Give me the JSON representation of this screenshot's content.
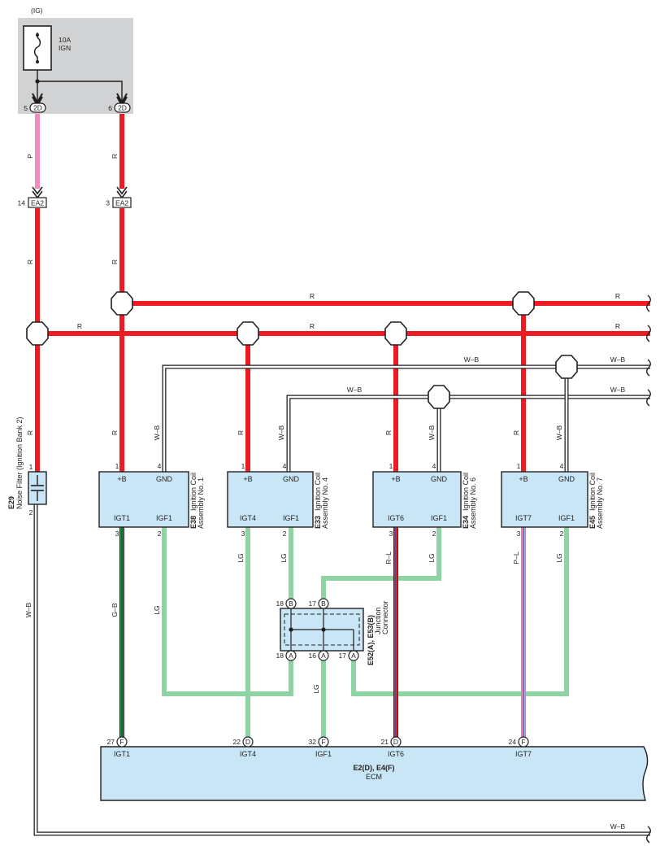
{
  "power": {
    "source": "(IG)",
    "fuse_rating": "10A",
    "fuse_name": "IGN"
  },
  "connectors": {
    "c2d_a": {
      "pin": "5",
      "code": "2D"
    },
    "c2d_b": {
      "pin": "6",
      "code": "2D"
    },
    "ea2_a": {
      "pin": "14",
      "code": "EA2"
    },
    "ea2_b": {
      "pin": "3",
      "code": "EA2"
    }
  },
  "wire_colors": {
    "p": "P",
    "r": "R",
    "wb": "W–B",
    "lg": "LG",
    "gb": "G–B",
    "rl": "R–L",
    "pl": "P–L"
  },
  "noise_filter": {
    "code": "E29",
    "name": "Noise Filter (Ignition Bank 2)",
    "pin1": "1",
    "pin2": "2"
  },
  "coils": [
    {
      "code": "E38",
      "name1": "Ignition Coil",
      "name2": "Assembly No. 1",
      "term_b": "+B",
      "term_gnd": "GND",
      "term_igt": "IGT1",
      "term_igf": "IGF1",
      "pin_b": "1",
      "pin_gnd": "4",
      "pin_igt": "3",
      "pin_igf": "2"
    },
    {
      "code": "E33",
      "name1": "Ignition Coil",
      "name2": "Assembly No. 4",
      "term_b": "+B",
      "term_gnd": "GND",
      "term_igt": "IGT4",
      "term_igf": "IGF1",
      "pin_b": "1",
      "pin_gnd": "4",
      "pin_igt": "3",
      "pin_igf": "2"
    },
    {
      "code": "E34",
      "name1": "Ignition Coil",
      "name2": "Assembly No. 6",
      "term_b": "+B",
      "term_gnd": "GND",
      "term_igt": "IGT6",
      "term_igf": "IGF1",
      "pin_b": "1",
      "pin_gnd": "4",
      "pin_igt": "3",
      "pin_igf": "2"
    },
    {
      "code": "E45",
      "name1": "Ignition Coil",
      "name2": "Assembly No. 7",
      "term_b": "+B",
      "term_gnd": "GND",
      "term_igt": "IGT7",
      "term_igf": "IGF1",
      "pin_b": "1",
      "pin_gnd": "4",
      "pin_igt": "3",
      "pin_igf": "2"
    }
  ],
  "junction": {
    "code": "E52(A), E53(B)",
    "name1": "Junction",
    "name2": "Connector",
    "pins_b": [
      {
        "num": "18",
        "letter": "B"
      },
      {
        "num": "17",
        "letter": "B"
      }
    ],
    "pins_a": [
      {
        "num": "18",
        "letter": "A"
      },
      {
        "num": "16",
        "letter": "A"
      },
      {
        "num": "17",
        "letter": "A"
      }
    ]
  },
  "ecm": {
    "code": "E2(D), E4(F)",
    "name": "ECM",
    "pins": [
      {
        "num": "27",
        "letter": "F",
        "label": "IGT1"
      },
      {
        "num": "22",
        "letter": "D",
        "label": "IGT4"
      },
      {
        "num": "32",
        "letter": "F",
        "label": "IGF1"
      },
      {
        "num": "21",
        "letter": "D",
        "label": "IGT6"
      },
      {
        "num": "24",
        "letter": "F",
        "label": "IGT7"
      }
    ]
  }
}
